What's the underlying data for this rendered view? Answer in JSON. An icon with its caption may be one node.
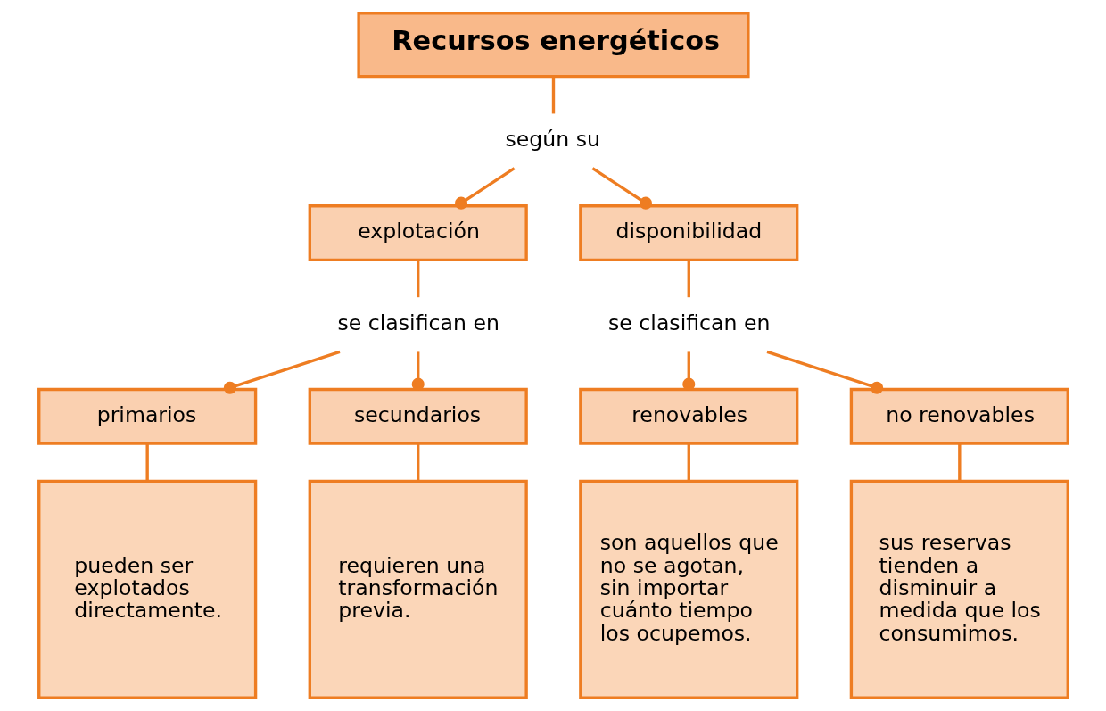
{
  "diagram": {
    "nodes": [
      {
        "text": [
          "Recursos energéticos"
        ]
      },
      {
        "text": [
          "según su"
        ]
      },
      {
        "text": [
          "explotación"
        ]
      },
      {
        "text": [
          "disponibilidad"
        ]
      },
      {
        "text": [
          "se clasifican en"
        ]
      },
      {
        "text": [
          "se clasifican en"
        ]
      },
      {
        "text": [
          "primarios"
        ]
      },
      {
        "text": [
          "secundarios"
        ]
      },
      {
        "text": [
          "renovables"
        ]
      },
      {
        "text": [
          "no renovables"
        ]
      },
      {
        "text": [
          "pueden ser explotados directamente."
        ]
      },
      {
        "text": [
          "requieren una transformación previa."
        ]
      },
      {
        "text": [
          "son aquellos que no se agotan, sin importar cuánto tiempo los ocupemos."
        ]
      },
      {
        "text": [
          "sus reservas tienden a disminuir a medida que los consumimos."
        ]
      }
    ],
    "edges": [
      {
        "from": 0,
        "to": 1,
        "arrow": "none"
      },
      {
        "from": 1,
        "to": 2,
        "arrow": "other"
      },
      {
        "from": 1,
        "to": 3,
        "arrow": "other"
      },
      {
        "from": 2,
        "to": 4,
        "arrow": "none"
      },
      {
        "from": 3,
        "to": 5,
        "arrow": "none"
      },
      {
        "from": 4,
        "to": 6,
        "arrow": "other"
      },
      {
        "from": 4,
        "to": 7,
        "arrow": "other"
      },
      {
        "from": 5,
        "to": 8,
        "arrow": "other"
      },
      {
        "from": 5,
        "to": 9,
        "arrow": "other"
      },
      {
        "from": 6,
        "to": 10,
        "arrow": "none"
      },
      {
        "from": 7,
        "to": 11,
        "arrow": "none"
      },
      {
        "from": 8,
        "to": 12,
        "arrow": "none"
      },
      {
        "from": 9,
        "to": 13,
        "arrow": "none"
      }
    ]
  }
}
